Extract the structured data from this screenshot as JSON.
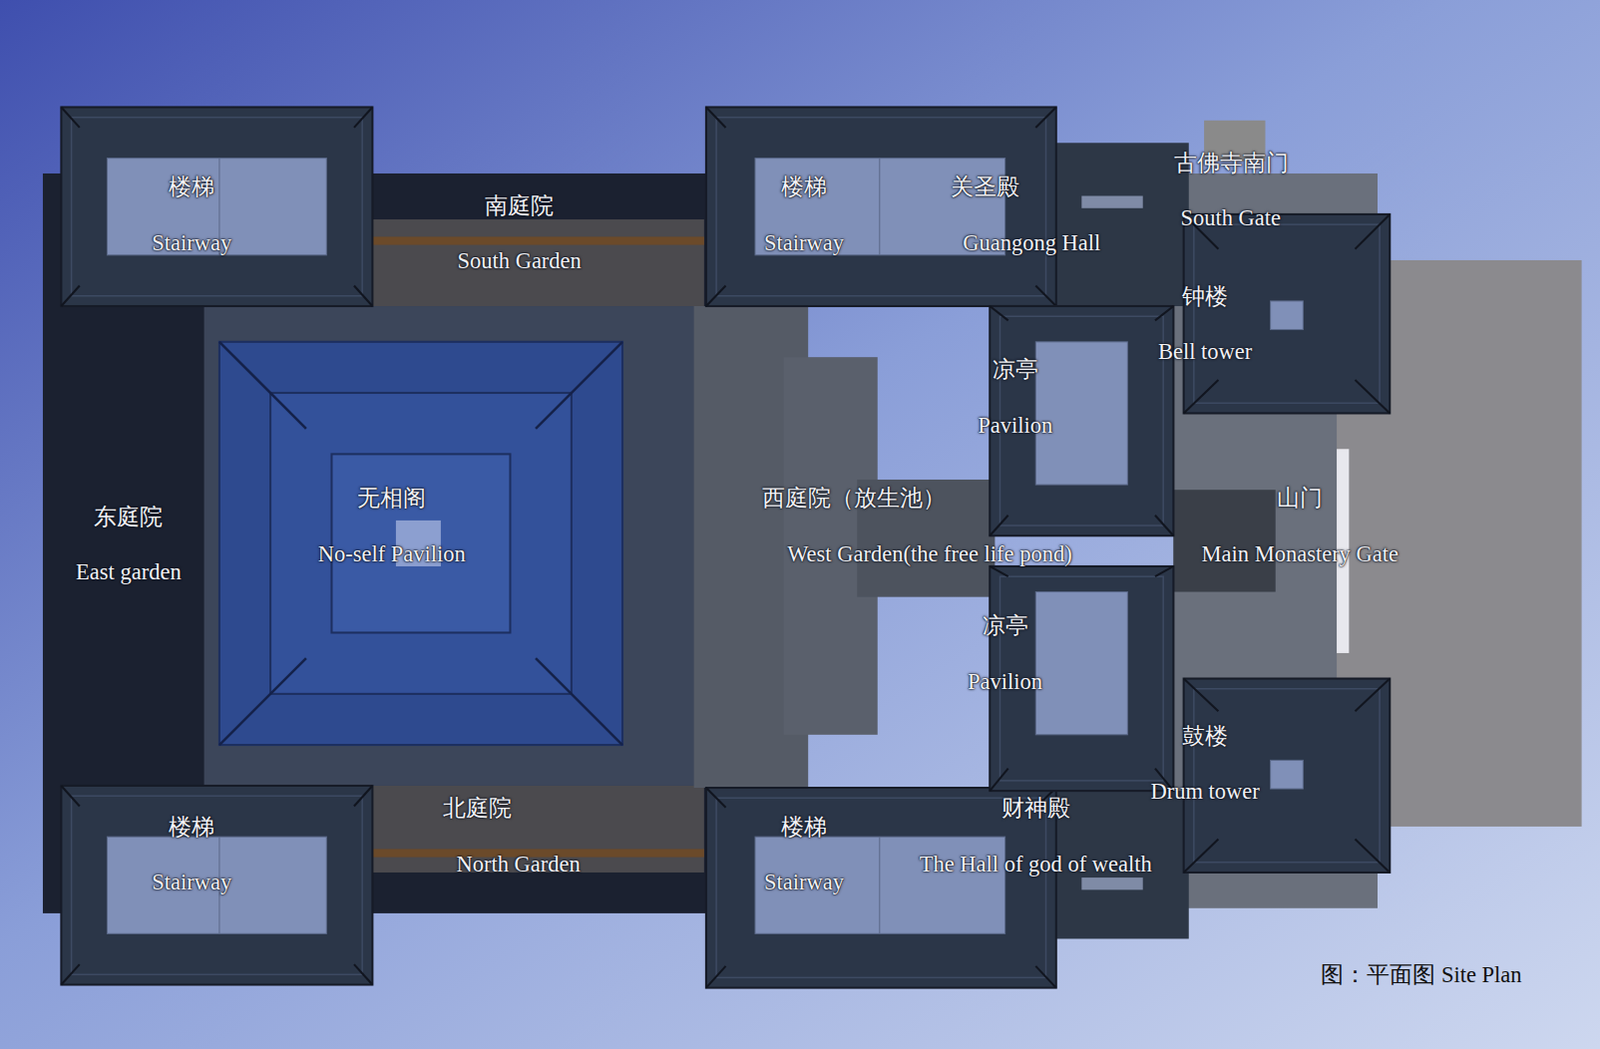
{
  "diagram": {
    "caption": "图：平面图 Site Plan",
    "labels": [
      "楼梯",
      "Stairway",
      "南庭院",
      "South Garden",
      "楼梯",
      "Stairway",
      "关圣殿",
      "Guangong Hall",
      "古佛寺南门",
      "South Gate",
      "钟楼",
      "Bell tower",
      "凉亭",
      "Pavilion",
      "东庭院",
      "East garden",
      "无相阁",
      "No-self Pavilion",
      "西庭院（放生池）",
      "West Garden(the free life pond)",
      "山门",
      "Main Monastery Gate",
      "凉亭",
      "Pavilion",
      "鼓楼",
      "Drum tower",
      "北庭院",
      "财神殿",
      "North Garden",
      "The Hall of god of wealth",
      "楼梯",
      "Stairway",
      "楼梯",
      "Stairway"
    ]
  }
}
